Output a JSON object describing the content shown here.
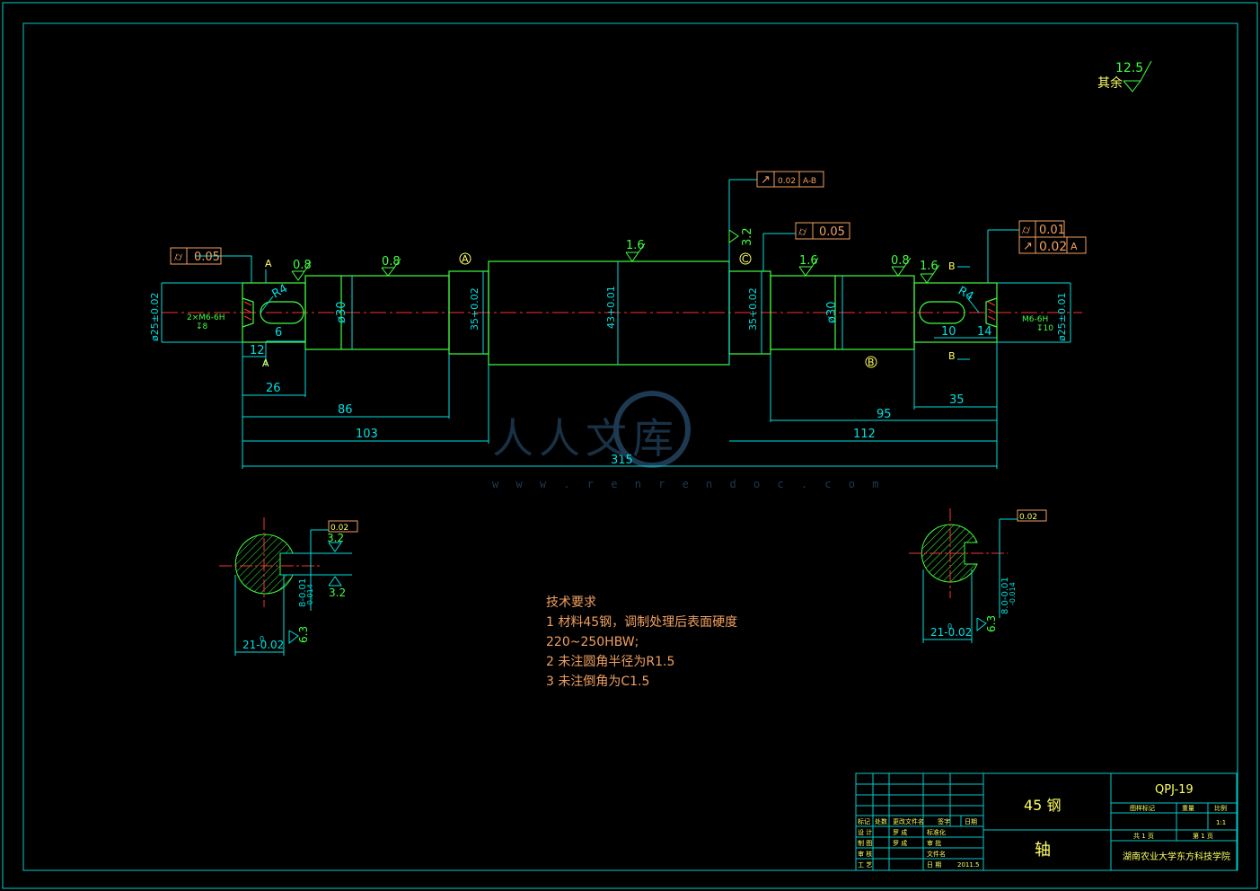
{
  "colors": {
    "frame": "#00cccc",
    "dim": "#00e0e0",
    "part": "#40ff40",
    "center": "#ff3030",
    "tol": "#f0a060",
    "text": "#e0e0e0"
  },
  "roughness": {
    "other_label": "其余",
    "other_value": "12.5",
    "r08": "0.8",
    "r16": "1.6",
    "r32": "3.2",
    "r63": "6.3"
  },
  "datums": {
    "a": "A",
    "b": "B",
    "c": "C"
  },
  "tolerance_frames": {
    "left_runout": "0.05",
    "mid_runout": "0.02",
    "mid_ref": "A-B",
    "right_runout": "0.05",
    "far_right_runout": "0.01",
    "far_right_runout2": "0.02",
    "far_right_ref": "A",
    "key_sym_left": "0.02",
    "key_sym_right": "0.02"
  },
  "dimensions": {
    "d25_left": "ø25±0.02",
    "d25_right": "ø25±0.01",
    "d30_left": "ø30",
    "d30_right": "ø30",
    "d35_left": "35+0.02",
    "d35_right": "35+0.02",
    "d43": "43+0.01",
    "r4": "R4",
    "thread_left": "2×M6-6H",
    "thread_right": "M6-6H",
    "thread_depth": "↧8",
    "thread_depth_r": "↧10",
    "l12": "12",
    "l6": "6",
    "l26": "26",
    "l86": "86",
    "l103": "103",
    "l315": "315",
    "l10": "10",
    "l14": "14",
    "l35": "35",
    "l95": "95",
    "l112": "112",
    "sec_width": "21-0.02",
    "sec_width_zero": "0",
    "sec_depth_left": "8-0.01",
    "sec_depth_right": "8.0-0.01",
    "sec_depth_left_zero": "-0.014",
    "sec_depth_right_zero": "-0.014",
    "sec_a": "A",
    "sec_b": "B"
  },
  "notes": {
    "title": "技术要求",
    "line1": "1 材料45钢，调制处理后表面硬度",
    "line2": "220~250HBW;",
    "line3": "2 未注圆角半径为R1.5",
    "line4": "3 未注倒角为C1.5"
  },
  "title_block": {
    "material": "45 钢",
    "part_name": "轴",
    "drawing_no": "QPJ-19",
    "school": "湖南农业大学东方科技学院",
    "scale": "1:1",
    "sheet_total": "共 1 页",
    "sheet_no": "第 1 页",
    "date": "2011.5",
    "h_mark": "标记",
    "h_count": "处数",
    "h_file": "更改文件名",
    "h_sign": "签字",
    "h_date": "日期",
    "r_design": "设 计",
    "r_draw": "制 图",
    "r_check": "审 核",
    "r_craft": "工 艺",
    "n1": "罗 成",
    "n2": "罗 成",
    "std": "标准化",
    "audit": "审 批",
    "file": "文件名",
    "dt": "日 期",
    "stage": "图样标记",
    "weight": "重量",
    "scale_h": "比例"
  },
  "watermark": {
    "text": "人人文库",
    "url": "w w w . r e n r e n d o c . c o m"
  }
}
